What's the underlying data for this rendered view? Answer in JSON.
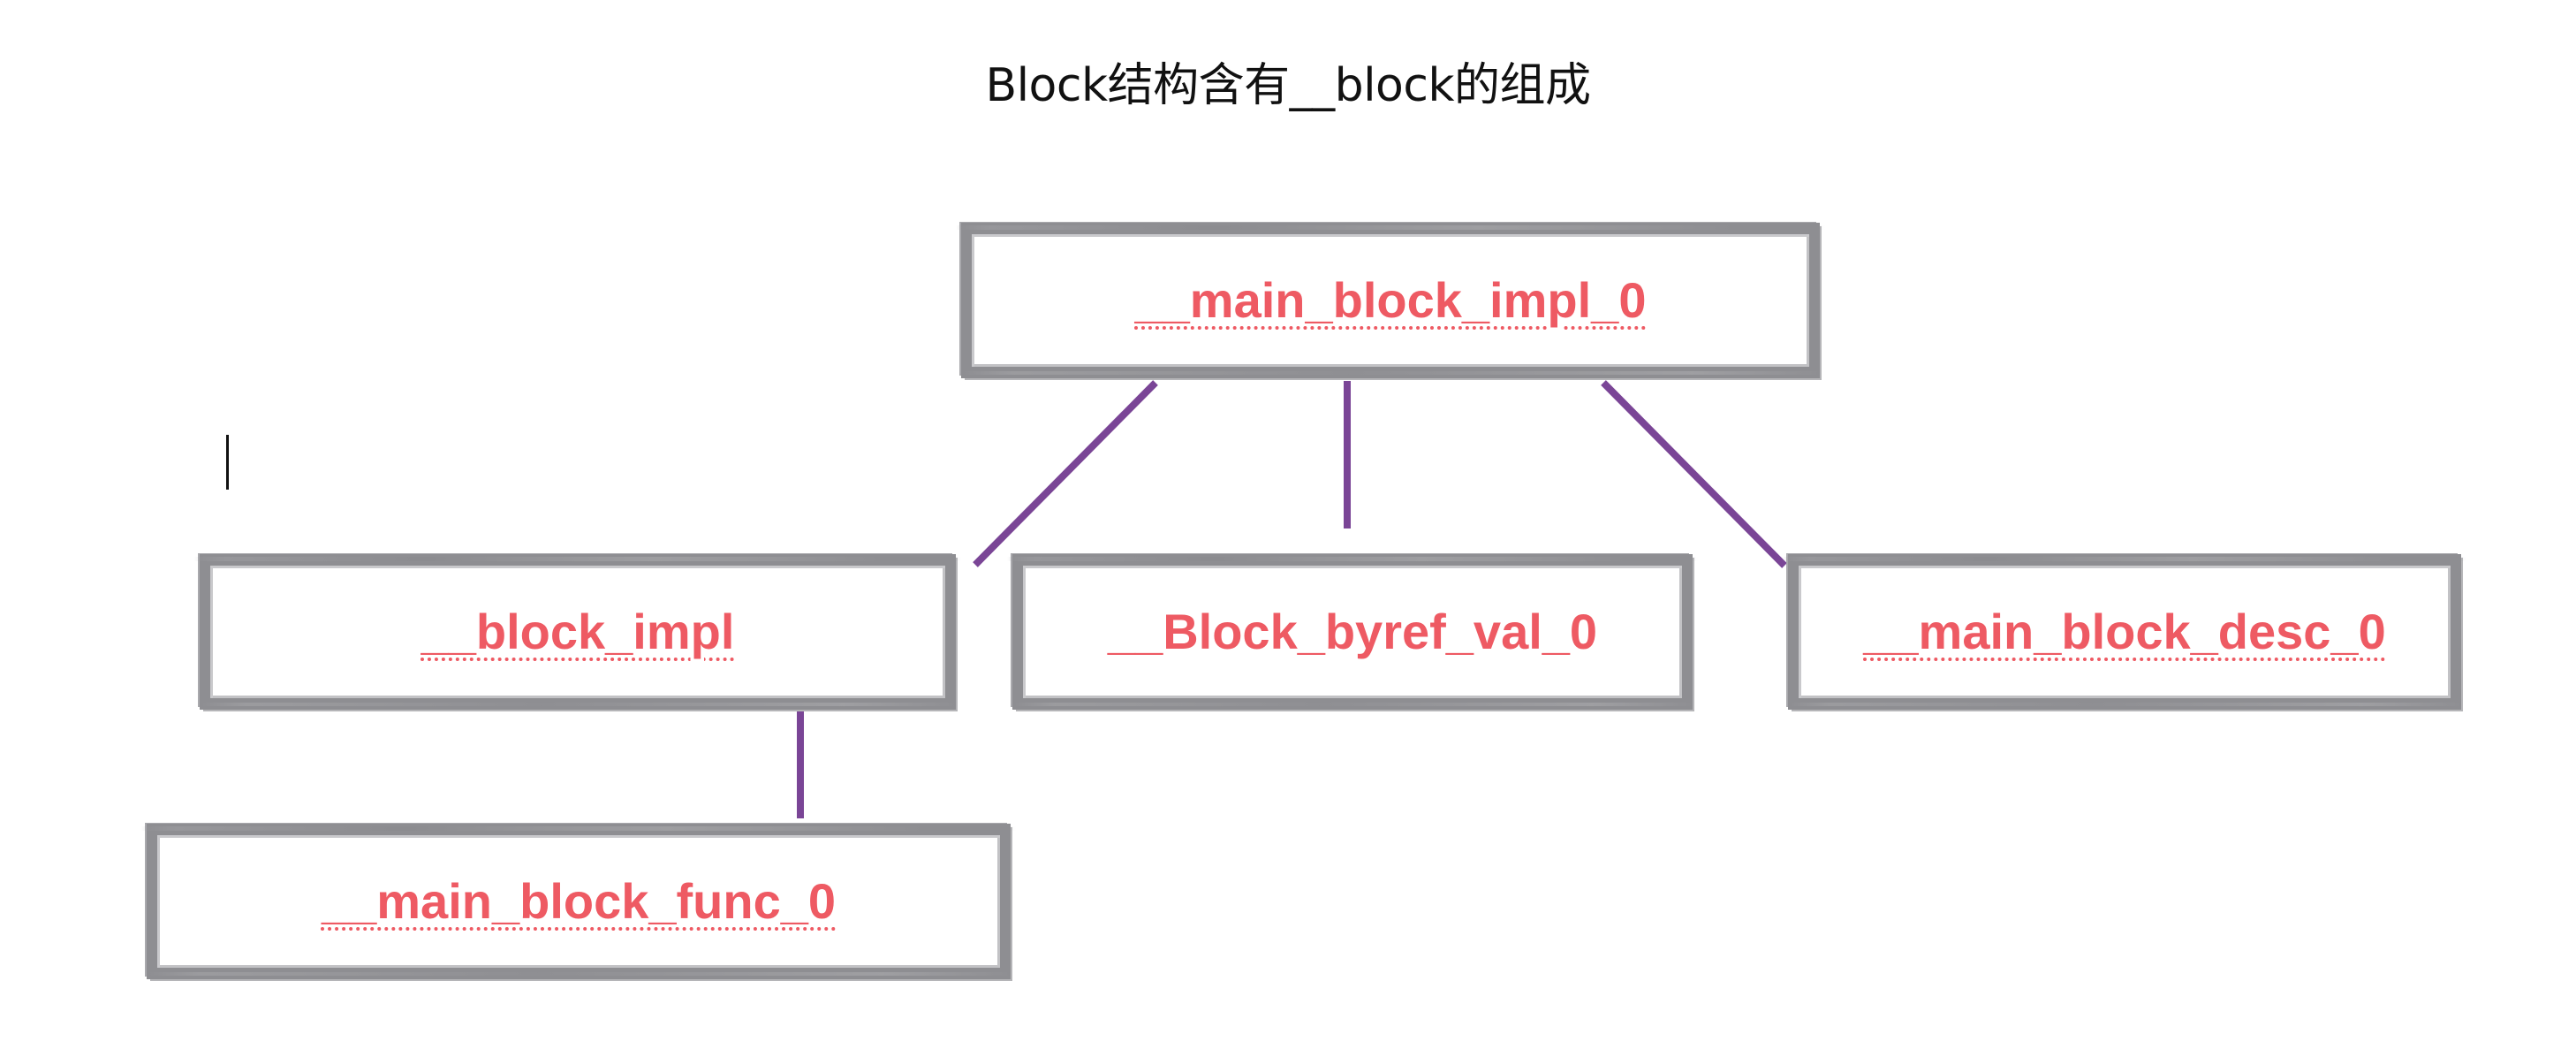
{
  "title": "Block结构含有__block的组成",
  "colors": {
    "connector": "#7a4596",
    "label": "#ee5a63",
    "box_border": "#8e8e92",
    "title": "#111111"
  },
  "nodes": {
    "main_impl": {
      "label": "__main_block_impl_0"
    },
    "block_impl": {
      "label": "__block_impl"
    },
    "byref": {
      "label": "__Block_byref_val_0"
    },
    "desc": {
      "label": "__main_block_desc_0"
    },
    "func": {
      "label": "__main_block_func_0"
    }
  },
  "edges": [
    {
      "from": "main_impl",
      "to": "block_impl"
    },
    {
      "from": "main_impl",
      "to": "byref"
    },
    {
      "from": "main_impl",
      "to": "desc"
    },
    {
      "from": "block_impl",
      "to": "func"
    }
  ]
}
